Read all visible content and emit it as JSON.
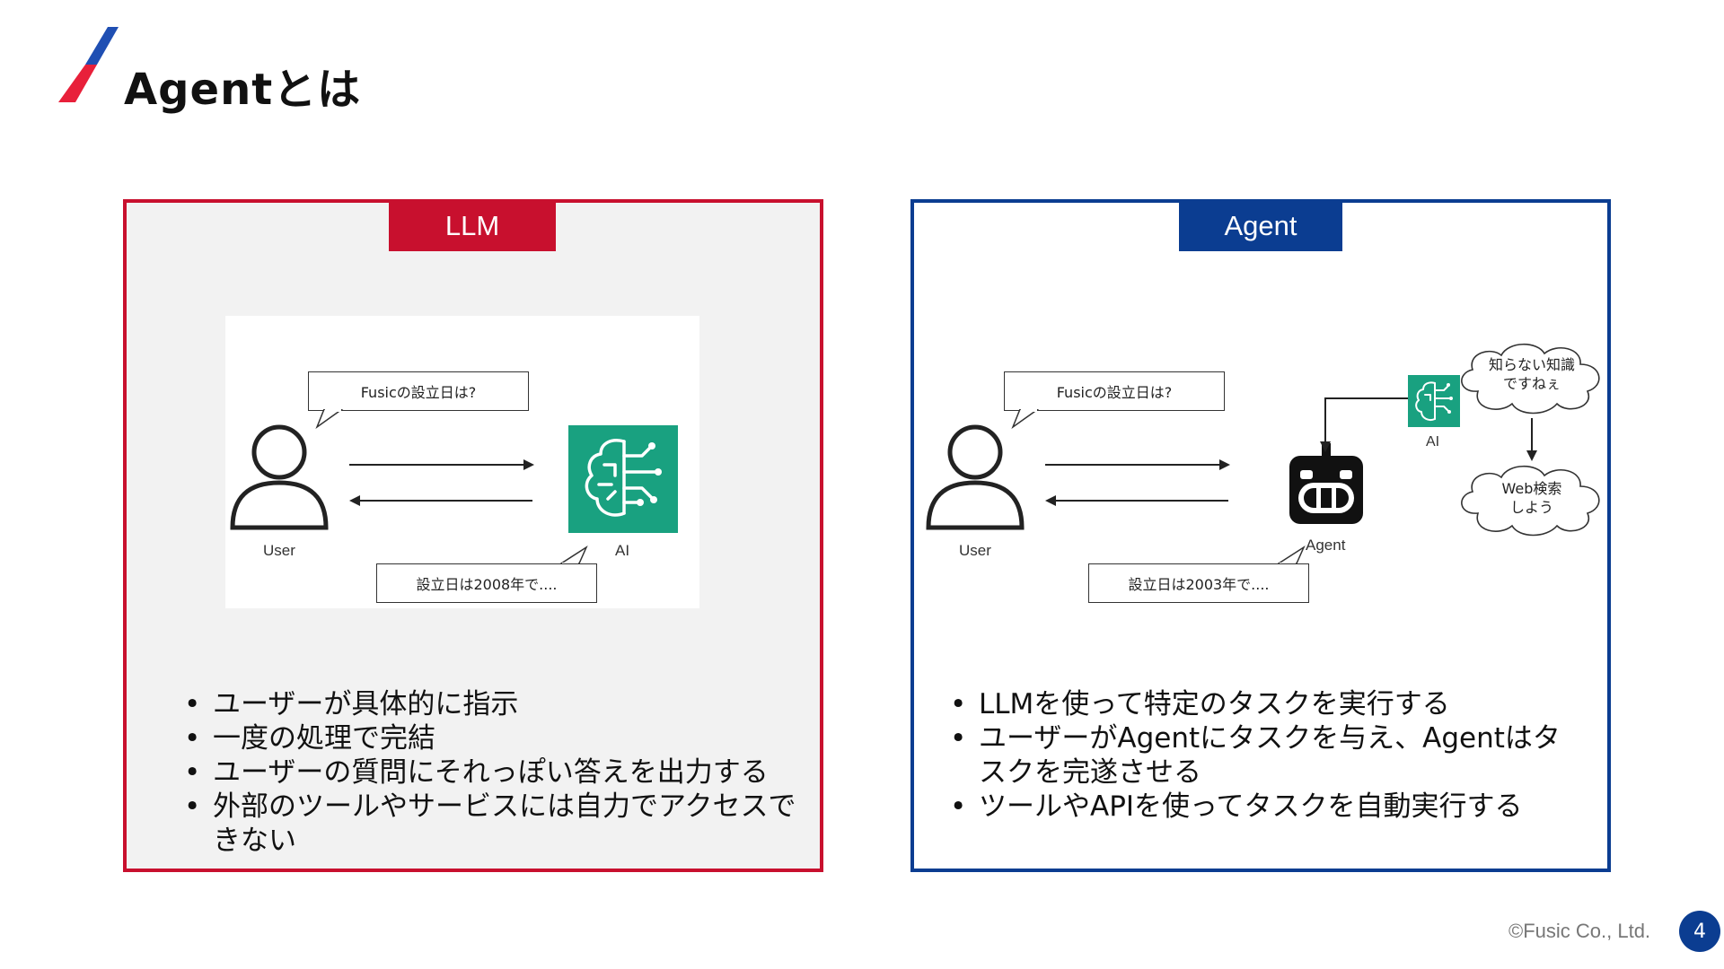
{
  "slide": {
    "title": "Agentとは",
    "page_number": "4",
    "copyright": "©Fusic Co., Ltd."
  },
  "colors": {
    "red": "#c8102e",
    "blue": "#0b3d91",
    "ai_green": "#19a180"
  },
  "llm_panel": {
    "tag": "LLM",
    "diagram": {
      "question": "Fusicの設立日は?",
      "answer": "設立日は2008年で....",
      "user_label": "User",
      "ai_label": "AI"
    },
    "bullets": [
      "ユーザーが具体的に指示",
      "一度の処理で完結",
      "ユーザーの質問にそれっぽい答えを出力する",
      "外部のツールやサービスには自力でアクセスできない"
    ]
  },
  "agent_panel": {
    "tag": "Agent",
    "diagram": {
      "question": "Fusicの設立日は?",
      "answer": "設立日は2003年で....",
      "user_label": "User",
      "agent_label": "Agent",
      "ai_label": "AI",
      "thought_1": "知らない知識\nですねぇ",
      "thought_2": "Web検索\nしよう"
    },
    "bullets": [
      "LLMを使って特定のタスクを実行する",
      "ユーザーがAgentにタスクを与え、Agentはタスクを完遂させる",
      "ツールやAPIを使ってタスクを自動実行する"
    ]
  }
}
